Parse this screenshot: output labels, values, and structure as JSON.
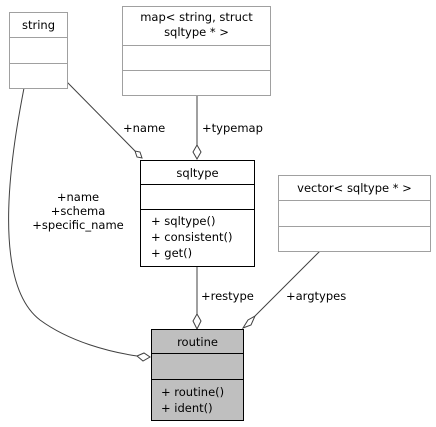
{
  "classes": {
    "string": {
      "name": "string",
      "attributes": [],
      "methods": []
    },
    "map": {
      "name_line1": "map< string, struct",
      "name_line2": "sqltype * >",
      "attributes": [],
      "methods": []
    },
    "sqltype": {
      "name": "sqltype",
      "attributes": [],
      "methods": [
        "+ sqltype()",
        "+ consistent()",
        "+ get()"
      ]
    },
    "vector": {
      "name": "vector< sqltype * >",
      "attributes": [],
      "methods": []
    },
    "routine": {
      "name": "routine",
      "attributes": [],
      "methods": [
        "+ routine()",
        "+ ident()"
      ]
    }
  },
  "edges": {
    "string_to_sqltype": {
      "label": "+name"
    },
    "map_to_sqltype": {
      "label": "+typemap"
    },
    "string_to_routine": {
      "labels": [
        "+name",
        "+schema",
        "+specific_name"
      ]
    },
    "sqltype_to_routine": {
      "label": "+restype"
    },
    "vector_to_routine": {
      "label": "+argtypes"
    }
  },
  "colors": {
    "focus_fill": "#bfbfbf",
    "border_dark": "#000000",
    "border_light": "#a0a0a0",
    "edge_stroke": "#404040"
  }
}
